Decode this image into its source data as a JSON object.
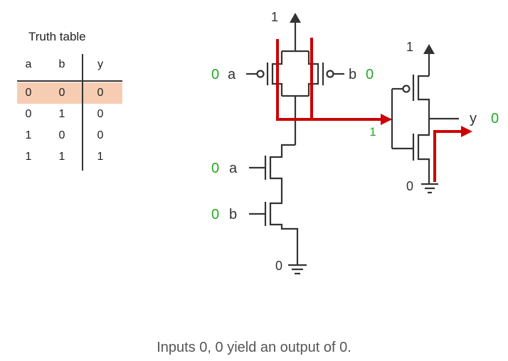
{
  "truth_table": {
    "title": "Truth table",
    "headers": [
      "a",
      "b",
      "y"
    ],
    "rows": [
      [
        "0",
        "0",
        "0"
      ],
      [
        "0",
        "1",
        "0"
      ],
      [
        "1",
        "0",
        "0"
      ],
      [
        "1",
        "1",
        "1"
      ]
    ],
    "highlighted_row": 0,
    "highlight_color": "#f6cdb3"
  },
  "circuit": {
    "vdd_label": "1",
    "gnd_label": "0",
    "input_a_label": "a",
    "input_b_label": "b",
    "input_a_value": "0",
    "input_b_value": "0",
    "intermediate_value": "1",
    "inverter_vdd_label": "1",
    "inverter_gnd_label": "0",
    "output_label": "y",
    "output_value": "0",
    "value_color": "#22aa22",
    "path_color": "#cc0000"
  },
  "caption": "Inputs  0, 0 yield an output of 0."
}
